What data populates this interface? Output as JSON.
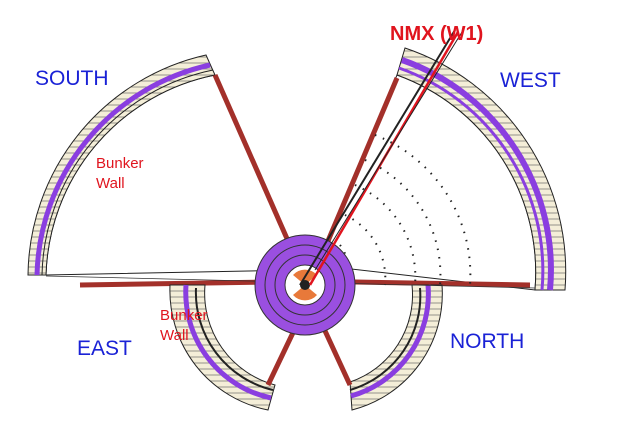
{
  "sectors": {
    "south": "SOUTH",
    "west": "WEST",
    "east": "EAST",
    "north": "NORTH"
  },
  "bunker_wall": {
    "line1": "Bunker",
    "line2": "Wall"
  },
  "beamline": {
    "label": "NMX (W1)"
  },
  "colors": {
    "sector_label": "#1a22d6",
    "wall_label": "#e0141e",
    "bunker_wall": "#a3302a",
    "shield_purple": "#9a4fe0",
    "beam": "#e0141e"
  }
}
